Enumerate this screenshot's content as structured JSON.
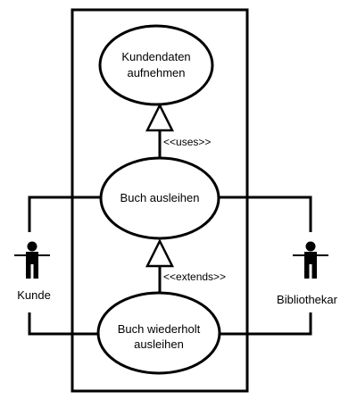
{
  "diagram": {
    "use_cases": {
      "kundendaten": {
        "line1": "Kundendaten",
        "line2": "aufnehmen"
      },
      "buch_ausleihen": {
        "line1": "Buch ausleihen"
      },
      "buch_wiederholt": {
        "line1": "Buch wiederholt",
        "line2": "ausleihen"
      }
    },
    "relations": {
      "uses": "<<uses>>",
      "extends": "<<extends>>"
    },
    "actors": {
      "left": "Kunde",
      "right": "Bibliothekar"
    },
    "colors": {
      "stroke": "#000000",
      "background": "#ffffff"
    }
  }
}
